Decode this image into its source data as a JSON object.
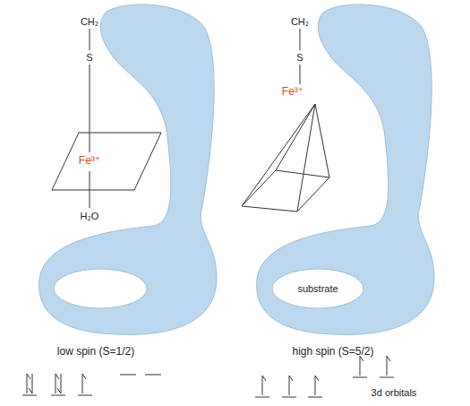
{
  "diagram": {
    "nodes": [
      {
        "text": [
          "substrate"
        ]
      }
    ],
    "labels": [
      "CH₂",
      "S",
      "Fe³⁺",
      "H₂O",
      "CH₂",
      "S",
      "Fe³⁺",
      "low spin (S=1/2)",
      "high spin (S=5/2)",
      "3d orbitals"
    ]
  }
}
